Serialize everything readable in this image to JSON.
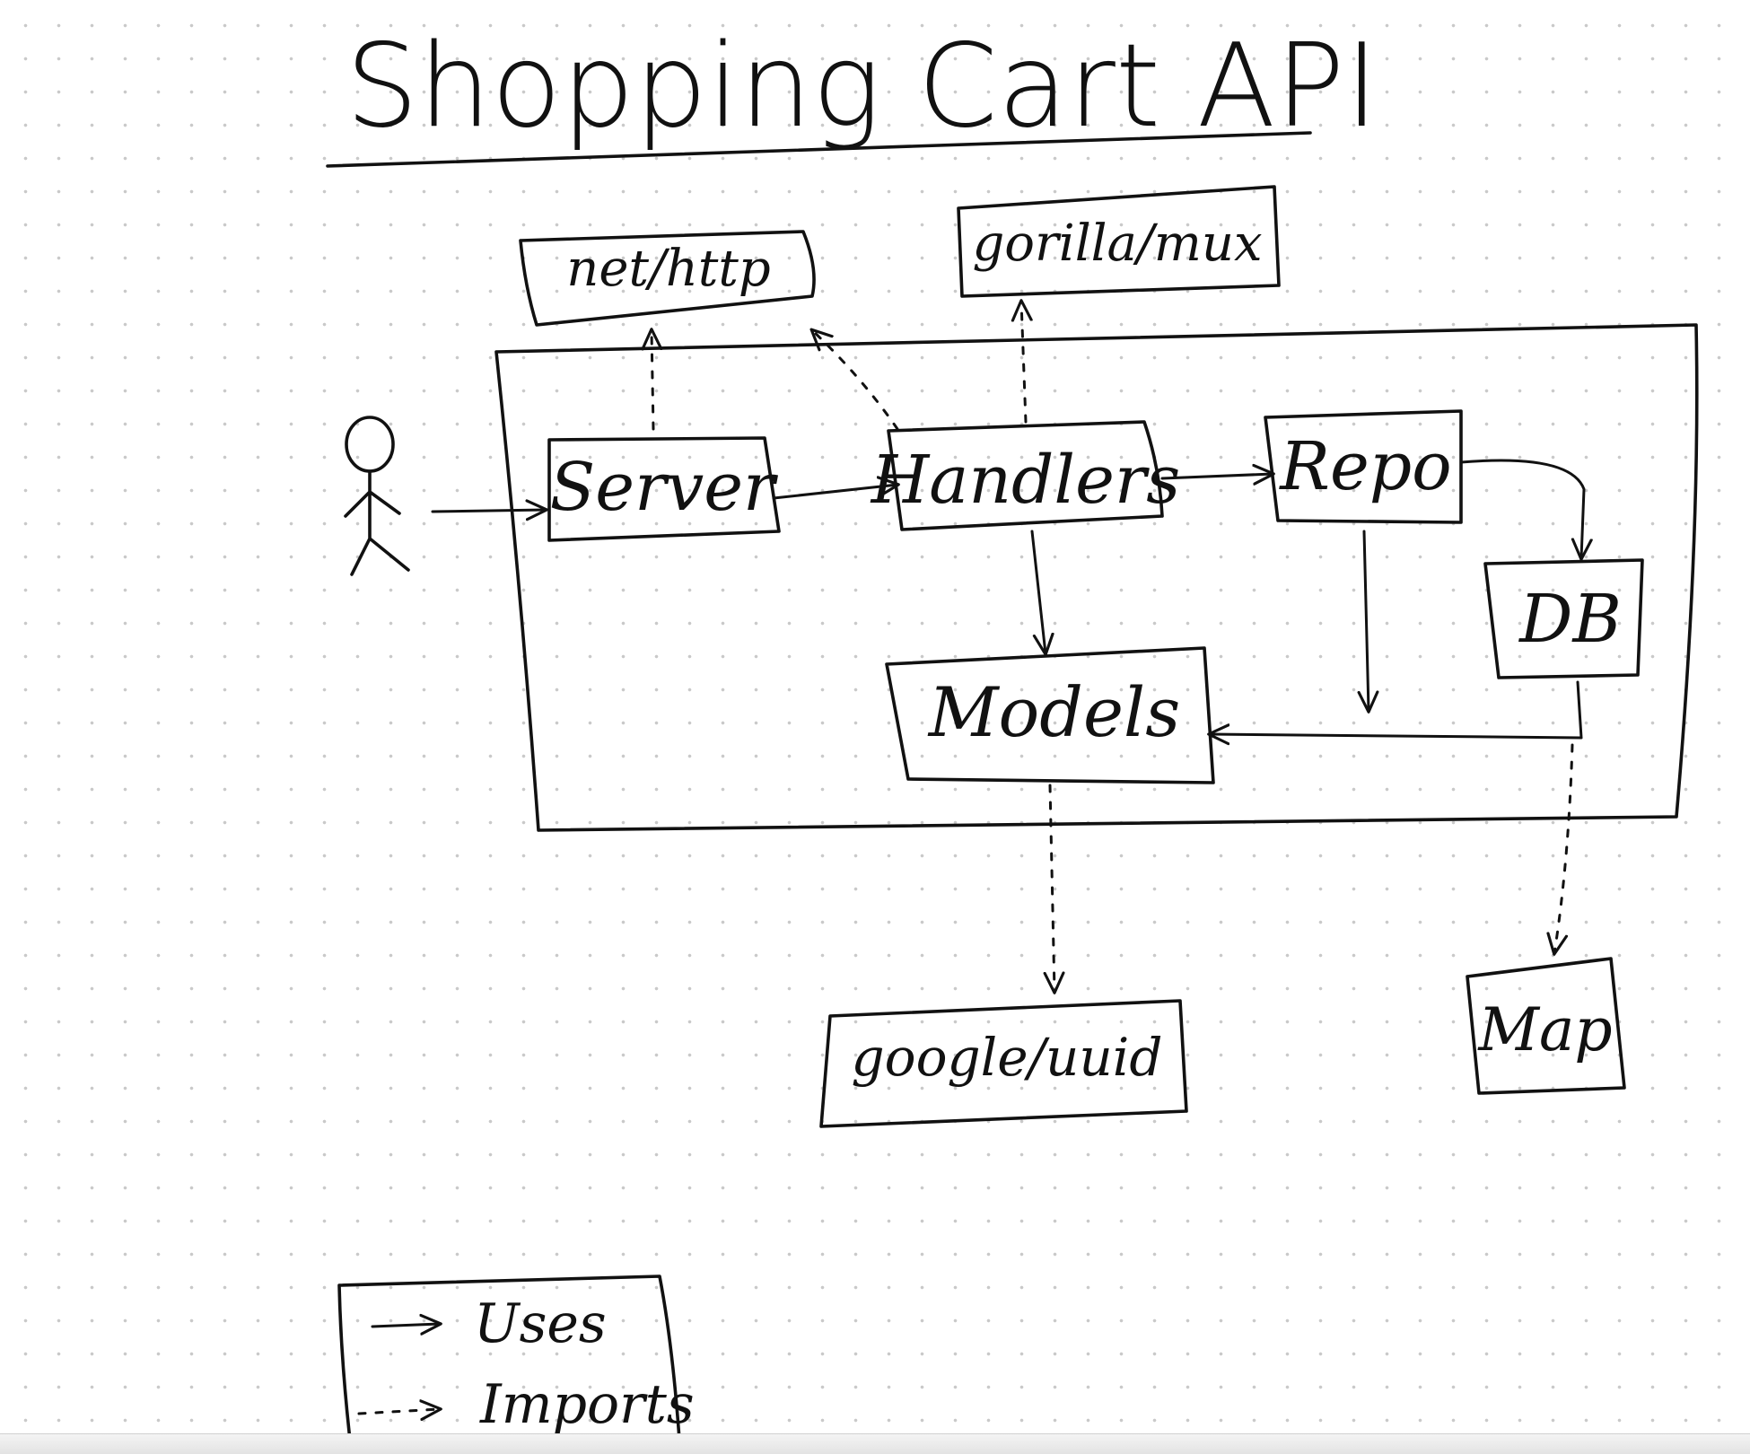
{
  "title": "Shopping Cart API",
  "nodes": {
    "net_http": "net/http",
    "gorilla_mux": "gorilla/mux",
    "server": "Server",
    "handlers": "Handlers",
    "repo": "Repo",
    "db": "DB",
    "models": "Models",
    "google_uuid": "google/uuid",
    "map": "Map"
  },
  "legend": {
    "uses": "Uses",
    "imports": "Imports"
  }
}
